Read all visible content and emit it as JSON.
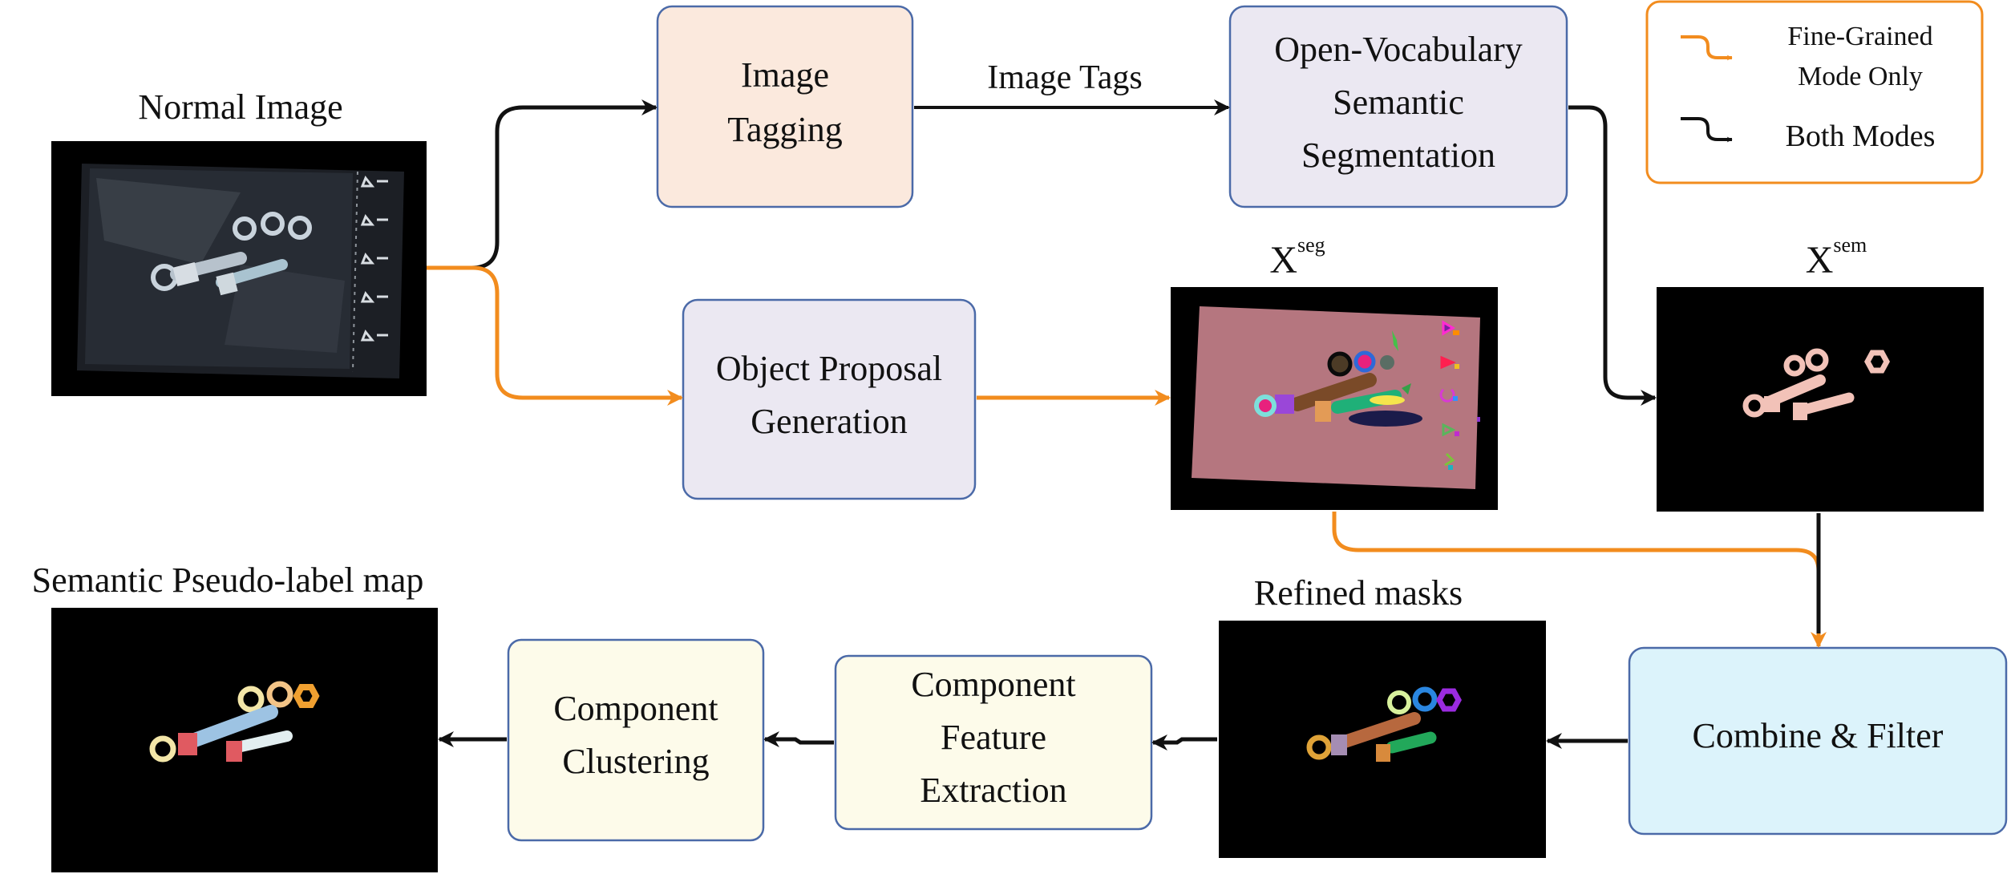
{
  "titles": {
    "normal_image": "Normal Image",
    "x_seg_base": "X",
    "x_seg_sup": "seg",
    "x_sem_base": "X",
    "x_sem_sup": "sem",
    "refined_masks": "Refined masks",
    "pseudo_label_map": "Semantic Pseudo-label map"
  },
  "boxes": {
    "image_tagging": [
      "Image",
      "Tagging"
    ],
    "open_vocab": [
      "Open-Vocabulary",
      "Semantic",
      "Segmentation"
    ],
    "object_proposal": [
      "Object Proposal",
      "Generation"
    ],
    "combine_filter": [
      "Combine & Filter"
    ],
    "feature_extraction": [
      "Component",
      "Feature",
      "Extraction"
    ],
    "clustering": [
      "Component",
      "Clustering"
    ]
  },
  "edge_labels": {
    "image_tags": "Image Tags"
  },
  "legend": {
    "fine_grained": [
      "Fine-Grained",
      "Mode Only"
    ],
    "both": "Both Modes"
  },
  "colors": {
    "orange": "#f28c1e",
    "black": "#111111",
    "tagging_fill": "#fbe9dd",
    "neutral_box_fill": "#ebe8f2",
    "combine_fill": "#dcf3fb",
    "extraction_fill": "#fdfbea",
    "box_border": "#4b6aa8",
    "legend_border": "#f28c1e"
  }
}
